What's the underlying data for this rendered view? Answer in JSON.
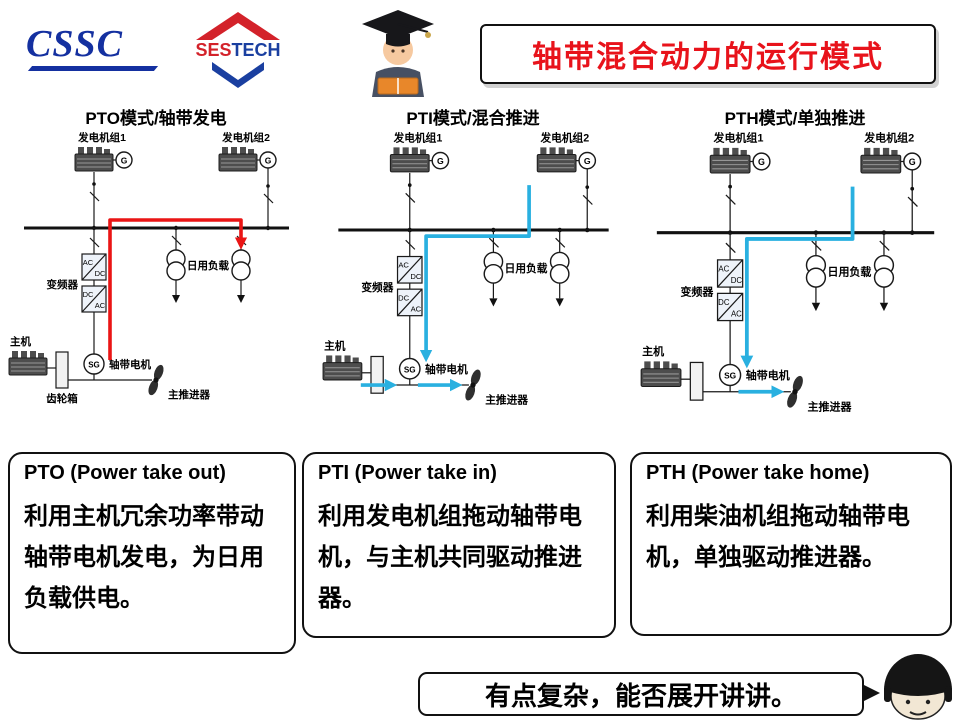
{
  "slide": {
    "title": "轴带混合动力的运行模式",
    "speech_bubble": "有点复杂，能否展开讲讲。"
  },
  "logos": {
    "cssc": "CSSC",
    "sestech_ses": "SES",
    "sestech_tech": "TECH"
  },
  "diagram_labels": {
    "generator1": "发电机组1",
    "generator2": "发电机组2",
    "g_mark": "G",
    "converter": "变频器",
    "ac": "AC",
    "dc": "DC",
    "daily_load": "日用负载",
    "main_engine": "主机",
    "sg_mark": "SG",
    "shaft_motor": "轴带电机",
    "main_propeller": "主推进器",
    "gearbox": "齿轮箱"
  },
  "diagrams": [
    {
      "id": "pto",
      "title": "PTO模式/轴带发电",
      "flow": "red",
      "show_gearbox": true
    },
    {
      "id": "pti",
      "title": "PTI模式/混合推进",
      "flow": "cyan",
      "show_gearbox": false
    },
    {
      "id": "pth",
      "title": "PTH模式/单独推进",
      "flow": "cyan",
      "show_gearbox": false
    }
  ],
  "descriptions": [
    {
      "heading": "PTO (Power take out)",
      "body": "利用主机冗余功率带动轴带电机发电，为日用负载供电。"
    },
    {
      "heading": "PTI (Power take in)",
      "body": "利用发电机组拖动轴带电机，与主机共同驱动推进器。"
    },
    {
      "heading": "PTH (Power take home)",
      "body": "利用柴油机组拖动轴带电机，单独驱动推进器。"
    }
  ],
  "colors": {
    "flow_red": "#ea1515",
    "flow_cyan": "#29b0e0",
    "title_red": "#e8131b",
    "cssc_blue": "#1430a0",
    "sestech_red": "#d3222a",
    "sestech_blue": "#1a3fa0"
  }
}
